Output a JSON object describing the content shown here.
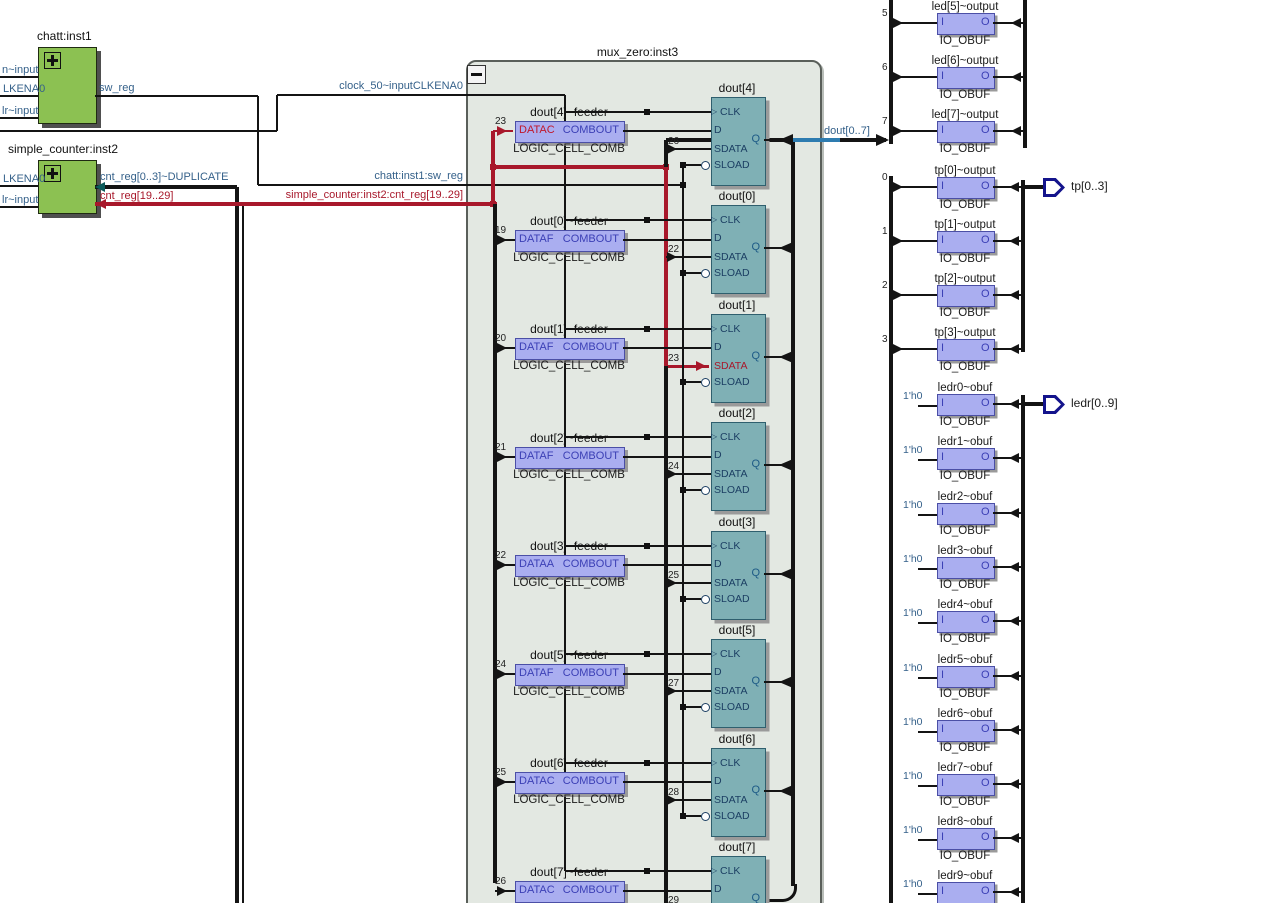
{
  "blocks": {
    "chatt": {
      "title": "chatt:inst1",
      "inputs": [
        "n~input",
        "LKENA0",
        "lr~input"
      ],
      "output_label": "sw_reg"
    },
    "simple_counter": {
      "title": "simple_counter:inst2",
      "inputs": [
        "LKENA0",
        "lr~input"
      ],
      "outputs": [
        "cnt_reg[0..3]~DUPLICATE",
        "cnt_reg[19..29]"
      ]
    }
  },
  "nets": {
    "clock": "clock_50~inputCLKENA0",
    "sw_reg_net": "chatt:inst1:sw_reg",
    "cnt_net": "simple_counter:inst2:cnt_reg[19..29]",
    "dout_bus": "dout[0..7]"
  },
  "mux": {
    "title": "mux_zero:inst3",
    "collapse_glyph": "",
    "cell_type": "LOGIC_CELL_COMB",
    "out_port": "COMBOUT",
    "reg_ports": [
      "CLK",
      "D",
      "SDATA",
      "SLOAD"
    ],
    "q_port": "Q",
    "feeders": [
      {
        "title": "dout[4]~feeder",
        "num": "23",
        "port": "DATAC",
        "highlighted": true
      },
      {
        "title": "dout[0]~feeder",
        "num": "19",
        "port": "DATAF",
        "highlighted": false
      },
      {
        "title": "dout[1]~feeder",
        "num": "20",
        "port": "DATAF",
        "highlighted": false
      },
      {
        "title": "dout[2]~feeder",
        "num": "21",
        "port": "DATAF",
        "highlighted": false
      },
      {
        "title": "dout[3]~feeder",
        "num": "22",
        "port": "DATAA",
        "highlighted": false
      },
      {
        "title": "dout[5]~feeder",
        "num": "24",
        "port": "DATAF",
        "highlighted": false
      },
      {
        "title": "dout[6]~feeder",
        "num": "25",
        "port": "DATAC",
        "highlighted": false
      },
      {
        "title": "dout[7]~feeder",
        "num": "26",
        "port": "DATAC",
        "highlighted": false
      }
    ],
    "registers": [
      {
        "title": "dout[4]",
        "sdata_num": "26",
        "highlighted": false
      },
      {
        "title": "dout[0]",
        "sdata_num": "22",
        "highlighted": false
      },
      {
        "title": "dout[1]",
        "sdata_num": "23",
        "highlighted": true
      },
      {
        "title": "dout[2]",
        "sdata_num": "24",
        "highlighted": false
      },
      {
        "title": "dout[3]",
        "sdata_num": "25",
        "highlighted": false
      },
      {
        "title": "dout[5]",
        "sdata_num": "27",
        "highlighted": false
      },
      {
        "title": "dout[6]",
        "sdata_num": "28",
        "highlighted": false
      },
      {
        "title": "dout[7]",
        "sdata_num": "29",
        "highlighted": false
      }
    ]
  },
  "io": {
    "pin_in": "I",
    "pin_out": "O",
    "cell_type": "IO_OBUF",
    "led": {
      "rows": [
        {
          "num": "5",
          "label": "led[5]~output"
        },
        {
          "num": "6",
          "label": "led[6]~output"
        },
        {
          "num": "7",
          "label": "led[7]~output"
        }
      ]
    },
    "tp": {
      "connector": "tp[0..3]",
      "rows": [
        {
          "num": "0",
          "label": "tp[0]~output"
        },
        {
          "num": "1",
          "label": "tp[1]~output"
        },
        {
          "num": "2",
          "label": "tp[2]~output"
        },
        {
          "num": "3",
          "label": "tp[3]~output"
        }
      ]
    },
    "ledr": {
      "connector": "ledr[0..9]",
      "const": "1'h0",
      "rows": [
        {
          "label": "ledr0~obuf"
        },
        {
          "label": "ledr1~obuf"
        },
        {
          "label": "ledr2~obuf"
        },
        {
          "label": "ledr3~obuf"
        },
        {
          "label": "ledr4~obuf"
        },
        {
          "label": "ledr5~obuf"
        },
        {
          "label": "ledr6~obuf"
        },
        {
          "label": "ledr7~obuf"
        },
        {
          "label": "ledr8~obuf"
        },
        {
          "label": "ledr9~obuf"
        }
      ]
    }
  },
  "colors": {
    "highlight_red": "#a8182b",
    "net_label_blue": "#35618a",
    "bus_black": "#141414",
    "dout_highlight_blue": "#2e7cb0",
    "block_green": "#8cc152",
    "cell_purple": "#aaaef0",
    "register_teal": "#7fb0b5",
    "container_fill": "#e3e8e2",
    "source_arrow_teal": "#0d5c5c"
  }
}
